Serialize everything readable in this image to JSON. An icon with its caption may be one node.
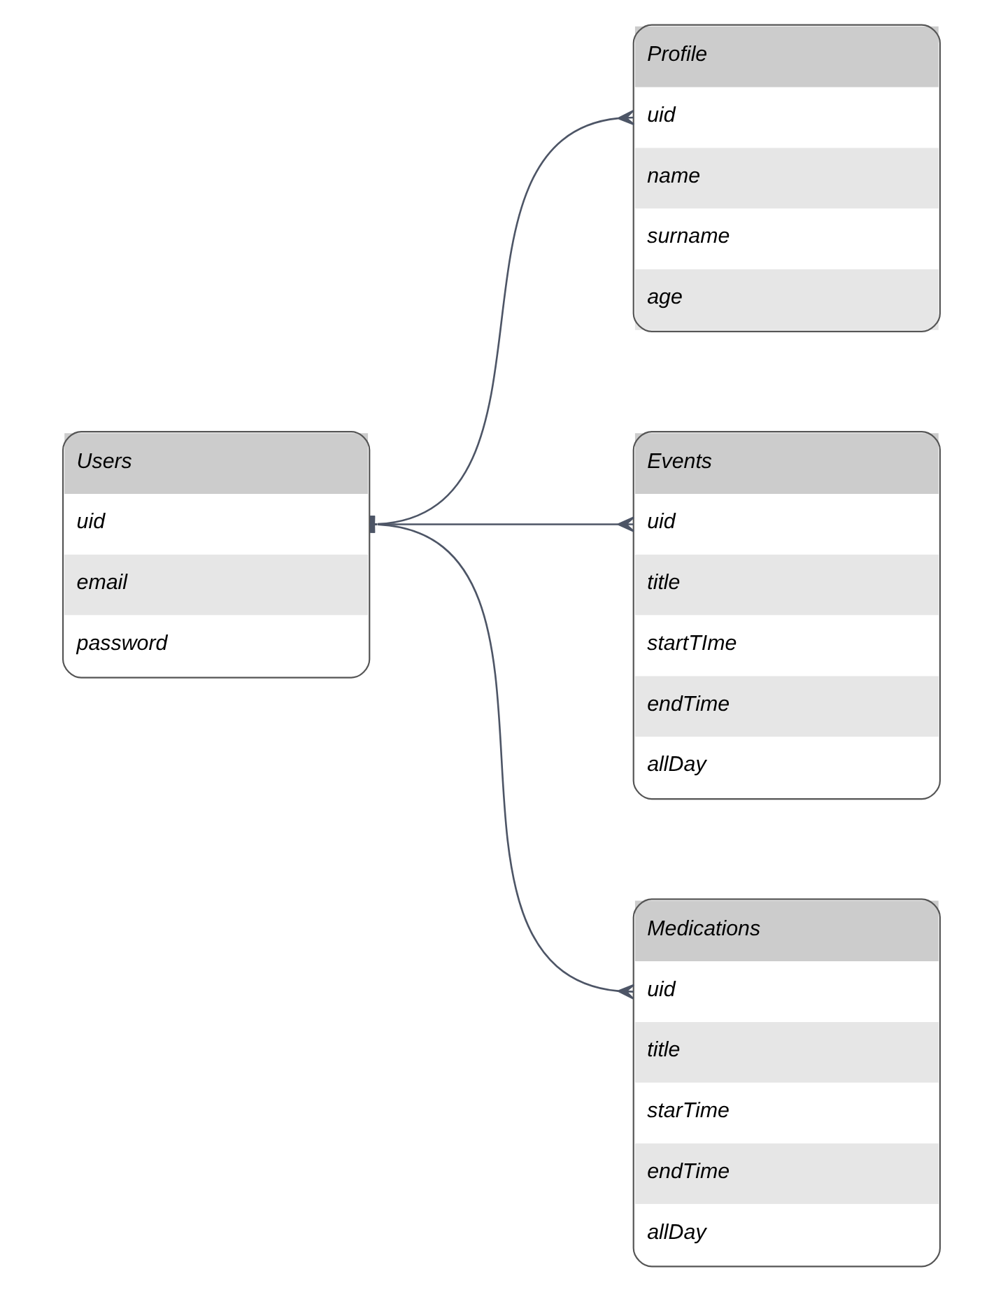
{
  "diagram": {
    "nodes": [
      {
        "text": [
          "Users",
          "uid",
          "email",
          "password"
        ]
      },
      {
        "text": [
          "Profile",
          "uid",
          "name",
          "surname",
          "age"
        ]
      },
      {
        "text": [
          "Events",
          "uid",
          "title",
          "startTIme",
          "endTime",
          "allDay"
        ]
      },
      {
        "text": [
          "Medications",
          "uid",
          "title",
          "starTime",
          "endTime",
          "allDay"
        ]
      }
    ],
    "edges": [
      {
        "from": 0,
        "to": 1,
        "arrow": "other"
      },
      {
        "from": 0,
        "to": 2,
        "arrow": "other"
      },
      {
        "from": 0,
        "to": 3,
        "arrow": "other"
      }
    ]
  }
}
